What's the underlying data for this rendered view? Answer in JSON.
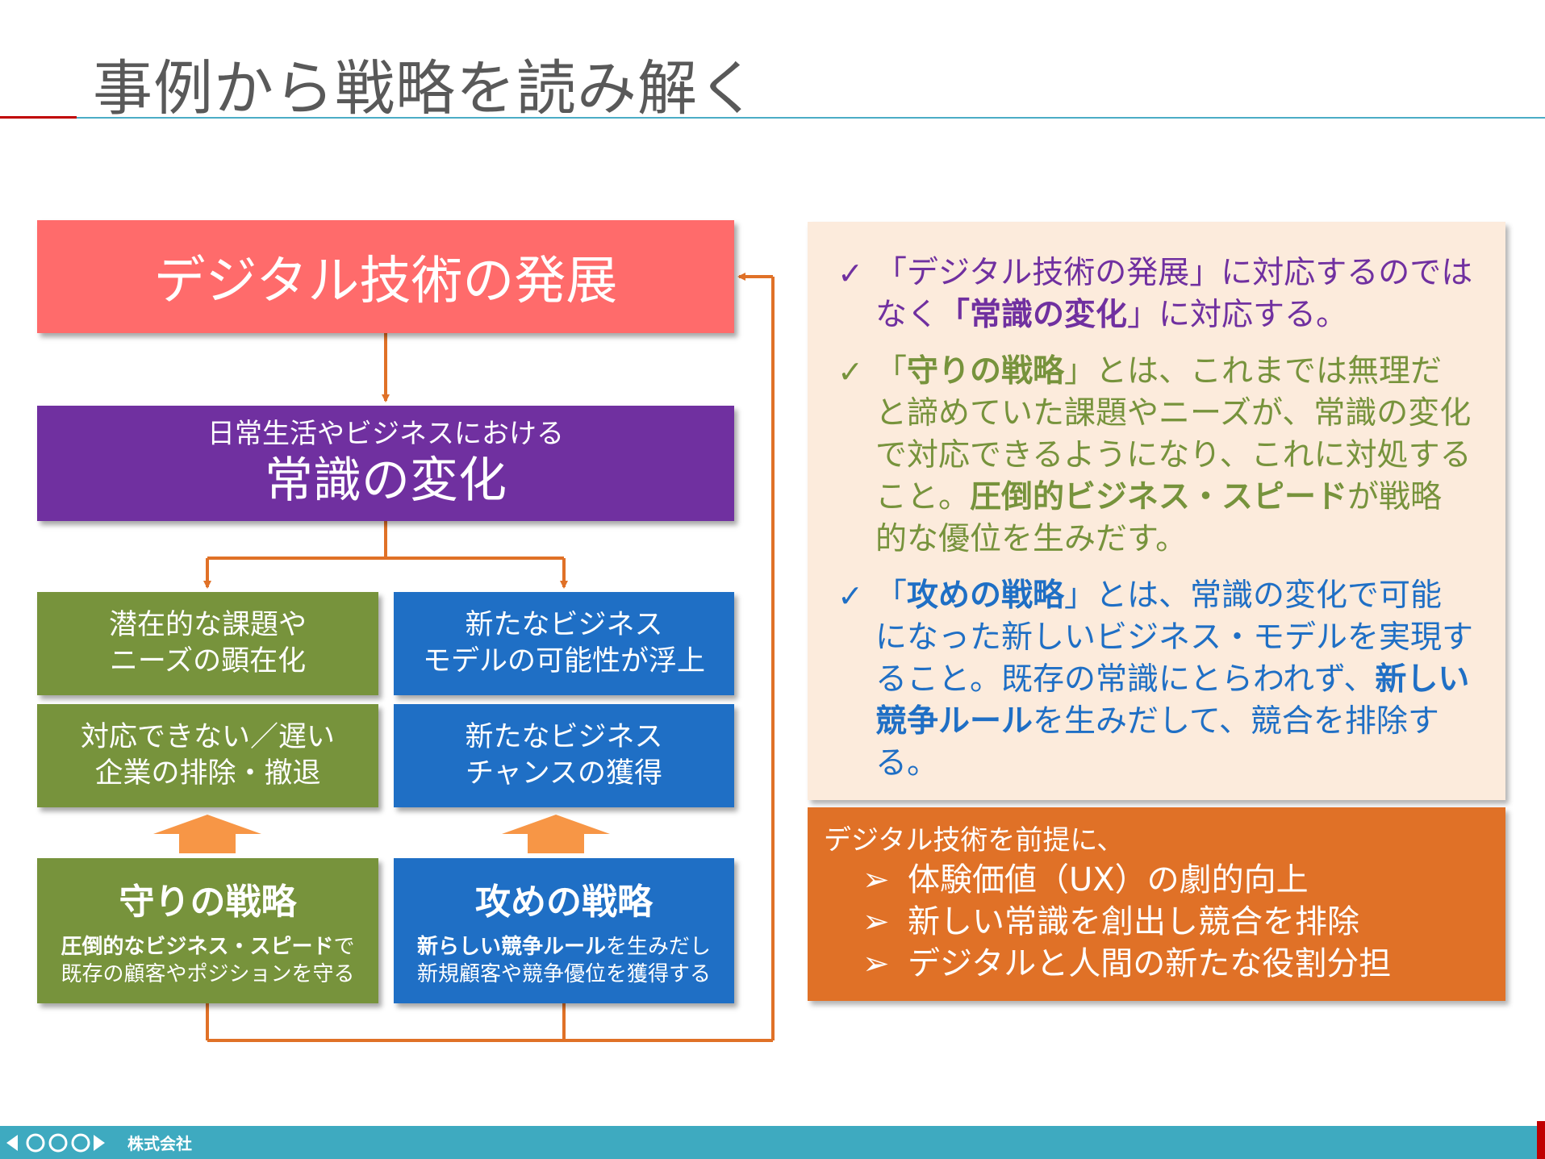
{
  "title": "事例から戦略を読み解く",
  "diagram": {
    "top_box": "デジタル技術の発展",
    "change_box": {
      "sub": "日常生活やビジネスにおける",
      "main": "常識の変化"
    },
    "green_cell_1": [
      "潜在的な課題や",
      "ニーズの顕在化"
    ],
    "green_cell_2": [
      "対応できない／遅い",
      "企業の排除・撤退"
    ],
    "blue_cell_1": [
      "新たなビジネス",
      "モデルの可能性が浮上"
    ],
    "blue_cell_2": [
      "新たなビジネス",
      "チャンスの獲得"
    ],
    "defense": {
      "title": "守りの戦略",
      "line1_bold": "圧倒的なビジネス・スピード",
      "line1_rest": "で",
      "line2": "既存の顧客やポジションを守る"
    },
    "offense": {
      "title": "攻めの戦略",
      "line1_bold": "新らしい競争ルール",
      "line1_rest": "を生みだし",
      "line2": "新規顧客や競争優位を獲得する"
    }
  },
  "panel": {
    "check_mark": "✓",
    "b1": {
      "t1": "「デジタル技術の発展」に対応するのではなく",
      "t2": "「常識の変化",
      "t3": "」に対応する。"
    },
    "b2": {
      "t1": "「",
      "t2": "守りの戦略",
      "t3": "」とは、これまでは無理だと諦めていた課題やニーズが、常識の変化で対応できるようになり、これに対処すること。",
      "t4": "圧倒的ビジネス・スピード",
      "t5": "が戦略的な優位を生みだす。"
    },
    "b3": {
      "t1": "「",
      "t2": "攻めの戦略",
      "t3": "」とは、常識の変化で可能になった新しいビジネス・モデルを実現すること。既存の常識にとらわれず、",
      "t4": "新しい競争ルール",
      "t5": "を生みだして、競合を排除する。"
    }
  },
  "orange_box": {
    "lead": "デジタル技術を前提に、",
    "marker": "➢",
    "items": [
      "体験価値（UX）の劇的向上",
      "新しい常識を創出し競合を排除",
      "デジタルと人間の新たな役割分担"
    ]
  },
  "footer": {
    "company": "株式会社"
  },
  "colors": {
    "red": "#ff6b6b",
    "purple": "#7030a0",
    "green": "#77933c",
    "blue": "#1f6fc5",
    "orange": "#e07127",
    "arrow": "#e07127",
    "panel": "#fcebdc",
    "footer": "#3eaac0"
  }
}
